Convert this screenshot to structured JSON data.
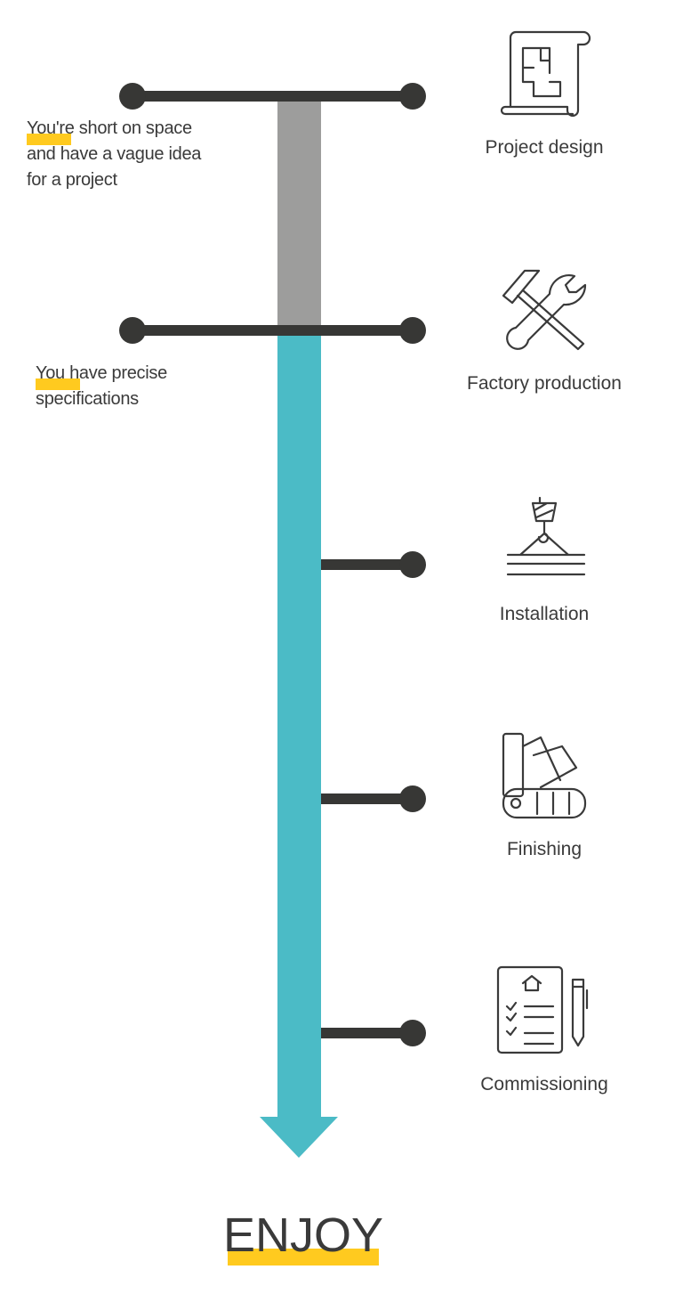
{
  "colors": {
    "accent": "#4bbbc6",
    "gray": "#9d9d9c",
    "dark": "#373735",
    "highlight": "#ffca1f"
  },
  "entry_points": [
    {
      "lines": [
        "You're short on space",
        "and have a vague idea",
        "for a project"
      ]
    },
    {
      "lines": [
        "You have precise",
        "specifications"
      ]
    }
  ],
  "steps": [
    {
      "label": "Project design",
      "icon": "blueprint-icon"
    },
    {
      "label": "Factory production",
      "icon": "tools-icon"
    },
    {
      "label": "Installation",
      "icon": "crane-hook-icon"
    },
    {
      "label": "Finishing",
      "icon": "color-swatch-icon"
    },
    {
      "label": "Commissioning",
      "icon": "checklist-icon"
    }
  ],
  "final": "ENJOY"
}
